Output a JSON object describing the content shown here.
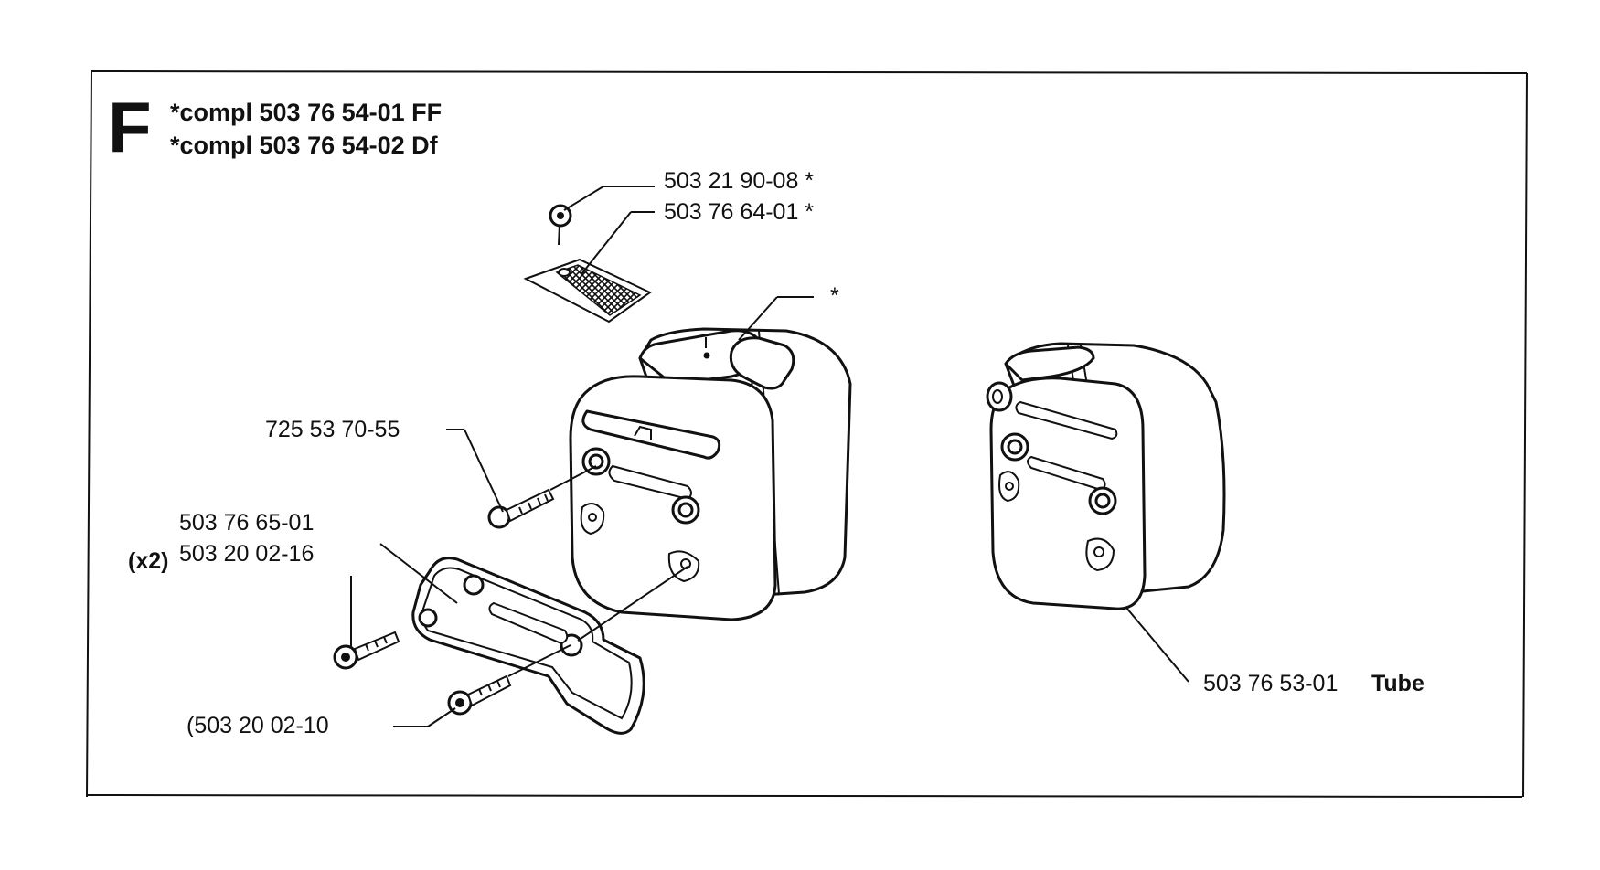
{
  "section_letter": "F",
  "header": {
    "line1": "*compl 503 76 54-01 FF",
    "line2": "*compl 503 76 54-02 Df"
  },
  "labels": {
    "screw_top": "503 21 90-08 *",
    "screen": "503 76 64-01 *",
    "cap": "*",
    "bolt_side": "725 53 70-55",
    "gasket": "503 76 65-01",
    "qty_x2": "(x2)",
    "bolt_pair": "503 20 02-16",
    "bolt_bottom": "(503 20 02-10",
    "tube_number": "503 76 53-01",
    "tube_word": "Tube"
  },
  "icons": {
    "small_screw": "screw-icon",
    "spark_screen": "spark-screen-icon",
    "muffler": "muffler-icon",
    "bracket": "bracket-icon",
    "bolt": "bolt-icon"
  },
  "colors": {
    "line": "#111111",
    "background": "#ffffff"
  }
}
